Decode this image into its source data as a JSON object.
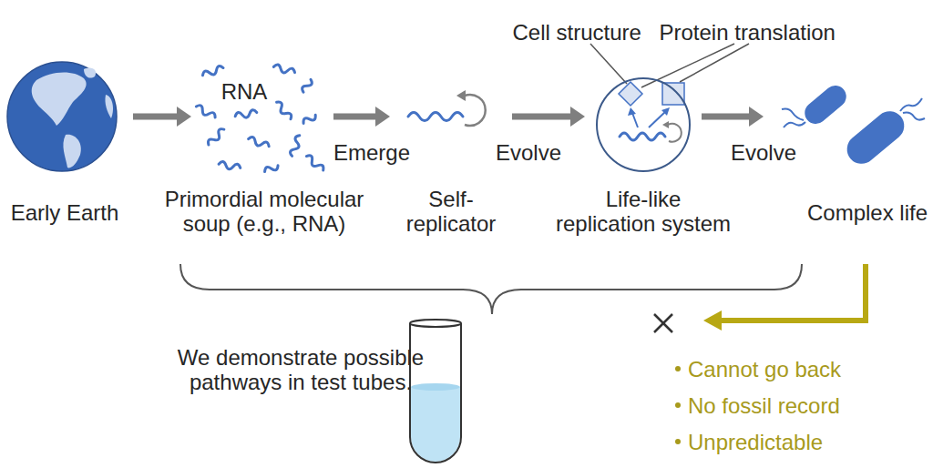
{
  "diagram": {
    "nodes": [
      {
        "text": [
          "Early Earth"
        ]
      },
      {
        "text": [
          "RNA",
          "Primordial molecular soup (e.g., RNA)"
        ]
      },
      {
        "text": [
          "Self- replicator"
        ]
      },
      {
        "text": [
          "Life-like replication system"
        ]
      },
      {
        "text": [
          "Complex life"
        ]
      },
      {
        "text": [
          "We demonstrate possible pathways in test tubes."
        ]
      }
    ],
    "edges": [
      {
        "from": 0,
        "to": 1,
        "arrow": "to"
      },
      {
        "from": 1,
        "to": 2,
        "label": "Emerge",
        "arrow": "to"
      },
      {
        "from": 2,
        "to": 3,
        "label": "Evolve",
        "arrow": "to"
      },
      {
        "from": 3,
        "to": 4,
        "label": "Evolve",
        "arrow": "to"
      }
    ],
    "labels": [
      "Cell structure",
      "Protein translation",
      "Cannot go back",
      "No fossil record",
      "Unpredictable"
    ]
  }
}
